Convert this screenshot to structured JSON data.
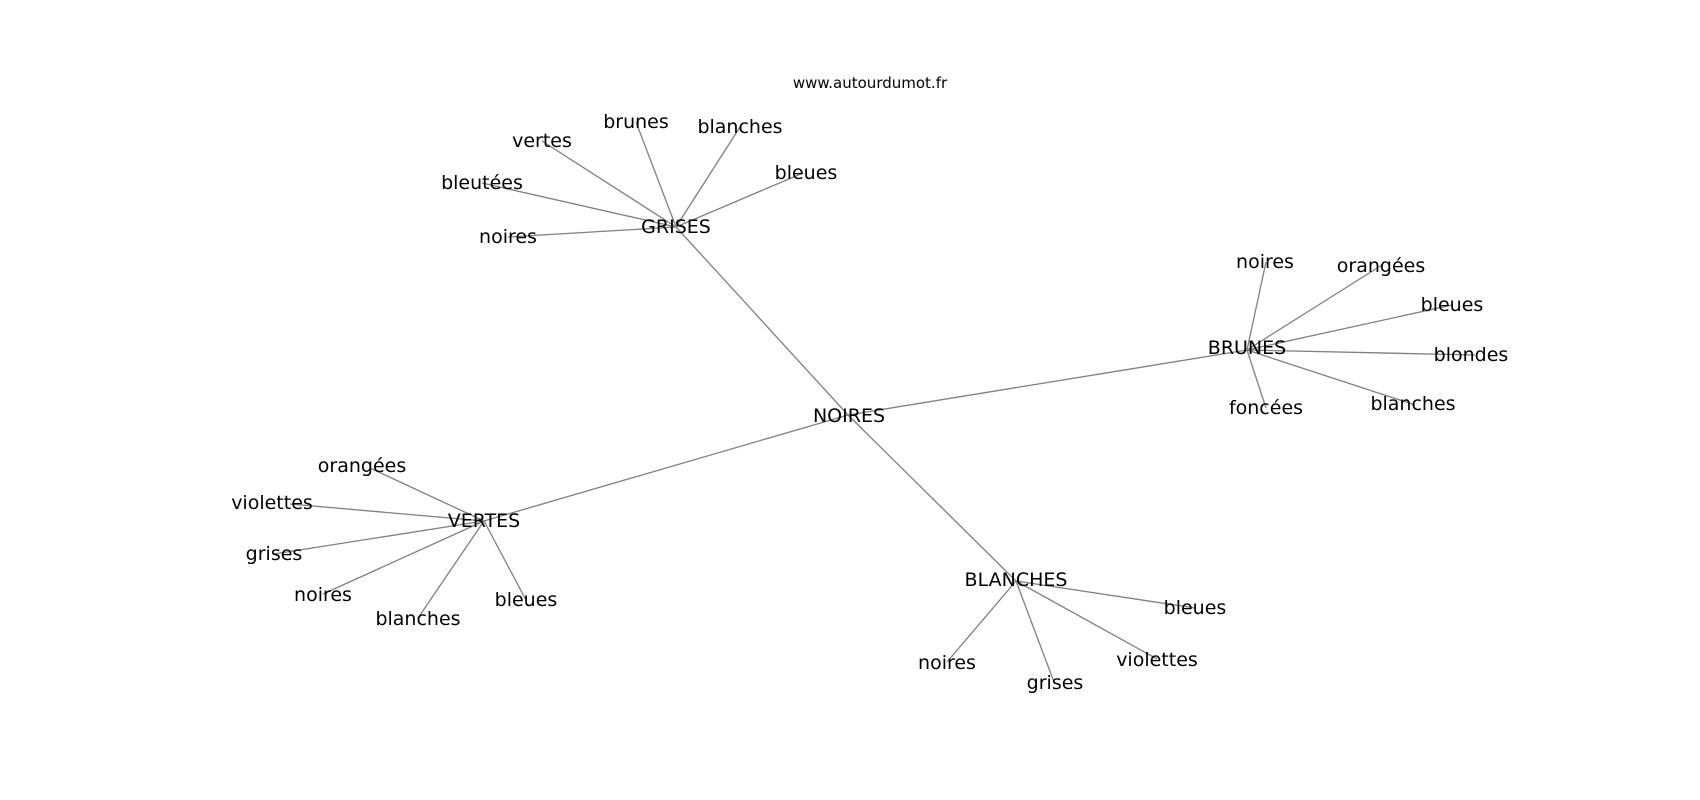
{
  "source": "www.autourdumot.fr",
  "center": "NOIRES",
  "clusters": [
    {
      "hub": "GRISES",
      "words": [
        "brunes",
        "blanches",
        "vertes",
        "bleues",
        "bleutées",
        "noires"
      ]
    },
    {
      "hub": "BRUNES",
      "words": [
        "noires",
        "orangées",
        "bleues",
        "blondes",
        "foncées",
        "blanches"
      ]
    },
    {
      "hub": "VERTES",
      "words": [
        "orangées",
        "violettes",
        "grises",
        "noires",
        "blanches",
        "bleues"
      ]
    },
    {
      "hub": "BLANCHES",
      "words": [
        "bleues",
        "noires",
        "violettes",
        "grises"
      ]
    }
  ]
}
